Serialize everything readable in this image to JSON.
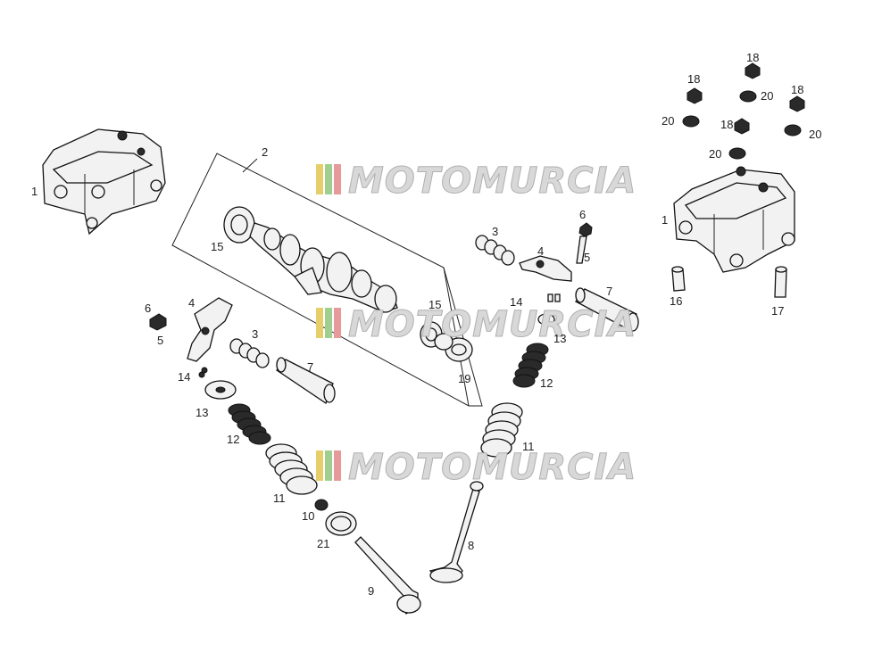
{
  "labels": [
    {
      "id": "cyl-head-left",
      "text": "1"
    },
    {
      "id": "cyl-head-right",
      "text": "1"
    },
    {
      "id": "camshaft-assy",
      "text": "2"
    },
    {
      "id": "cam-bearing-left",
      "text": "15"
    },
    {
      "id": "cam-bearing-right",
      "text": "15"
    },
    {
      "id": "spring-3-left",
      "text": "3"
    },
    {
      "id": "spring-3-right",
      "text": "3"
    },
    {
      "id": "rocker-4-left",
      "text": "4"
    },
    {
      "id": "rocker-4-right",
      "text": "4"
    },
    {
      "id": "screw-5-left",
      "text": "5"
    },
    {
      "id": "screw-5-right",
      "text": "5"
    },
    {
      "id": "nut-6-left",
      "text": "6"
    },
    {
      "id": "nut-6-right",
      "text": "6"
    },
    {
      "id": "pin-7-left",
      "text": "7"
    },
    {
      "id": "pin-7-right",
      "text": "7"
    },
    {
      "id": "intake-valve",
      "text": "8"
    },
    {
      "id": "exhaust-valve",
      "text": "9"
    },
    {
      "id": "seal-10",
      "text": "10"
    },
    {
      "id": "spring-11-left",
      "text": "11"
    },
    {
      "id": "spring-11-right",
      "text": "11"
    },
    {
      "id": "spring-12-left",
      "text": "12"
    },
    {
      "id": "spring-12-right",
      "text": "12"
    },
    {
      "id": "washer-13-left",
      "text": "13"
    },
    {
      "id": "washer-13-right",
      "text": "13"
    },
    {
      "id": "cotter-14-left",
      "text": "14"
    },
    {
      "id": "cotter-14-right",
      "text": "14"
    },
    {
      "id": "guide-16",
      "text": "16"
    },
    {
      "id": "guide-17",
      "text": "17"
    },
    {
      "id": "nut-18-a",
      "text": "18"
    },
    {
      "id": "nut-18-b",
      "text": "18"
    },
    {
      "id": "nut-18-c",
      "text": "18"
    },
    {
      "id": "nut-18-d",
      "text": "18"
    },
    {
      "id": "washer-19",
      "text": "19"
    },
    {
      "id": "washer-20-a",
      "text": "20"
    },
    {
      "id": "washer-20-b",
      "text": "20"
    },
    {
      "id": "washer-20-c",
      "text": "20"
    },
    {
      "id": "washer-20-d",
      "text": "20"
    },
    {
      "id": "ring-21",
      "text": "21"
    }
  ],
  "watermark": {
    "text": "MOTOMURCIA",
    "stripe_colors": [
      "#e6cf6a",
      "#9fcf8f",
      "#e79a9a"
    ],
    "text_color": "#d8d8d8"
  },
  "colors": {
    "line": "#222222",
    "part_fill": "#f2f2f2",
    "dark_fill": "#2a2a2a"
  }
}
